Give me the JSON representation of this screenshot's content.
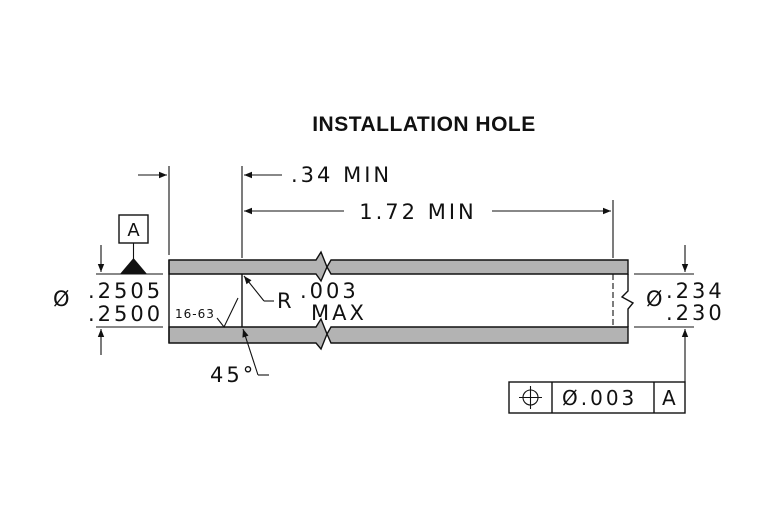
{
  "title": "INSTALLATION HOLE",
  "dim_034": ".34  MIN",
  "dim_172": "1.72  MIN",
  "datum_letter": "A",
  "left_dia": {
    "symbol": "Ø",
    "upper": ".2505",
    "lower": ".2500"
  },
  "radius": {
    "prefix": "R",
    "value": ".003",
    "suffix": "MAX"
  },
  "surface_finish": "16-63",
  "chamfer": "45°",
  "right_dia": {
    "symbol": "Ø",
    "upper": ".234",
    "lower": ".230"
  },
  "fcf": {
    "symbol": "position-icon",
    "tolerance": "Ø.003",
    "datum": "A"
  },
  "colors": {
    "line": "#111111",
    "wall_fill": "#b3b3b3",
    "background": "#ffffff"
  }
}
